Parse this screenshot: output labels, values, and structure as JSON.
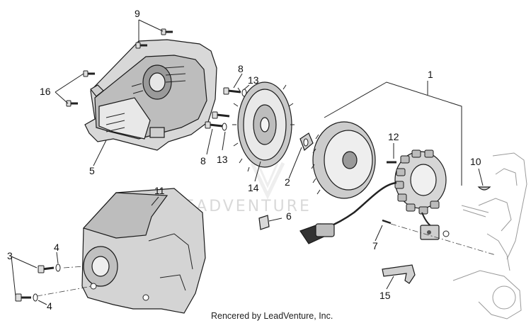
{
  "diagram": {
    "callouts": {
      "c1": "1",
      "c2": "2",
      "c3": "3",
      "c4a": "4",
      "c4b": "4",
      "c5": "5",
      "c6": "6",
      "c7": "7",
      "c8a": "8",
      "c8b": "8",
      "c9": "9",
      "c10": "10",
      "c11": "11",
      "c12": "12",
      "c13a": "13",
      "c13b": "13",
      "c14": "14",
      "c15": "15",
      "c16": "16"
    },
    "watermark": "LEADVENTURE",
    "credit": "Rencered by LeadVenture, Inc."
  }
}
